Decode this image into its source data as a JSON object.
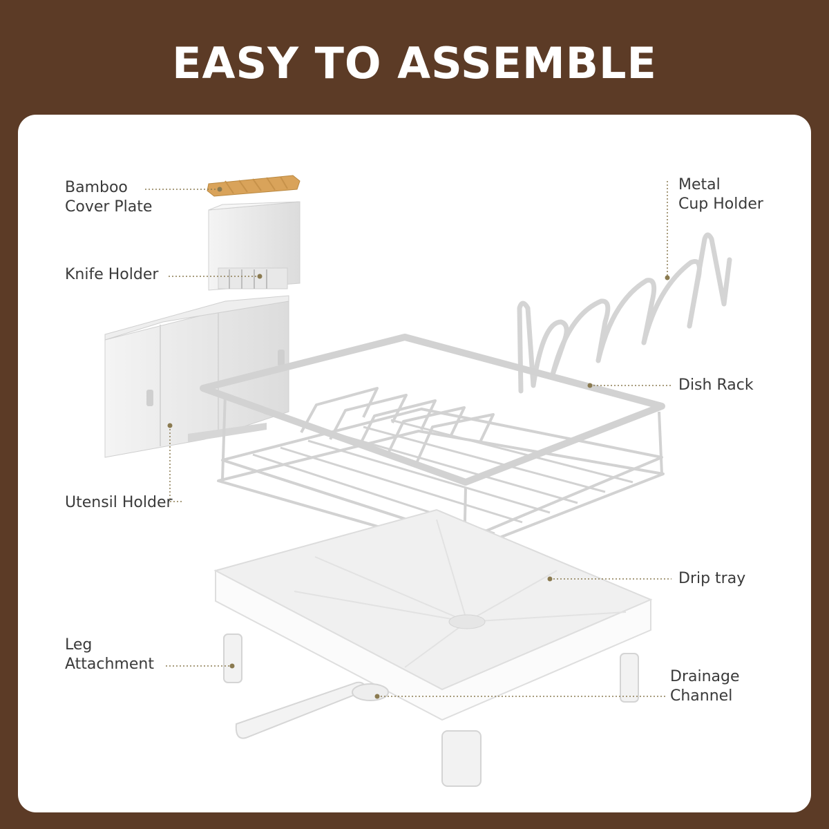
{
  "title": "EASY TO ASSEMBLE",
  "labels": {
    "bamboo": "Bamboo\nCover Plate",
    "knife": "Knife Holder",
    "utensil": "Utensil Holder",
    "leg": "Leg\nAttachment",
    "cup": "Metal\nCup Holder",
    "dish": "Dish Rack",
    "drip": "Drip tray",
    "drain": "Drainage\nChannel"
  },
  "colors": {
    "background": "#5c3b26",
    "panel": "#ffffff",
    "bamboo": "#d9a35a",
    "leader": "#8a7a50"
  }
}
